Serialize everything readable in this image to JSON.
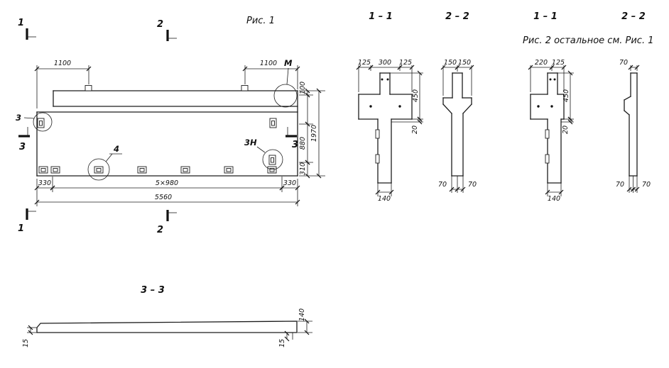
{
  "figure1": {
    "caption": "Рис. 1",
    "plan": {
      "marks": {
        "cut1_top": "1",
        "cut2_top": "2",
        "cut1_bottom": "1",
        "cut2_bottom": "2",
        "cut3_left": "3",
        "cut3_right": "3"
      },
      "details": {
        "circle3": "3",
        "circle4": "4",
        "circle3n": "3Н",
        "circleM": "М"
      },
      "dims": {
        "top_left": "1100",
        "top_right": "1100",
        "right_top": "100",
        "right_mid": "880",
        "right_bottom": "310",
        "right_total": "1970",
        "bottom_left": "330",
        "bottom_mid": "5×980",
        "bottom_right": "330",
        "bottom_total": "5560"
      }
    }
  },
  "figure2": {
    "caption": "Рис. 2  остальное см. Рис. 1"
  },
  "sections": {
    "s11a": {
      "title": "1 – 1",
      "dims": {
        "w_left": "125",
        "w_mid": "300",
        "w_right": "125",
        "h_flange": "450",
        "step": "20",
        "w_web": "140"
      }
    },
    "s22a": {
      "title": "2 – 2",
      "dims": {
        "w_left": "150",
        "w_right": "150",
        "b_left": "70",
        "b_right": "70"
      }
    },
    "s11b": {
      "title": "1 – 1",
      "dims": {
        "w_left": "220",
        "w_right": "125",
        "h_flange": "450",
        "step": "20",
        "w_web": "140"
      }
    },
    "s22b": {
      "title": "2 – 2",
      "dims": {
        "w_top": "70",
        "b_left": "70",
        "b_right": "70"
      }
    },
    "s33": {
      "title": "3 – 3",
      "dims": {
        "lip_left": "15",
        "lip_right": "15",
        "thickness": "140"
      }
    }
  }
}
